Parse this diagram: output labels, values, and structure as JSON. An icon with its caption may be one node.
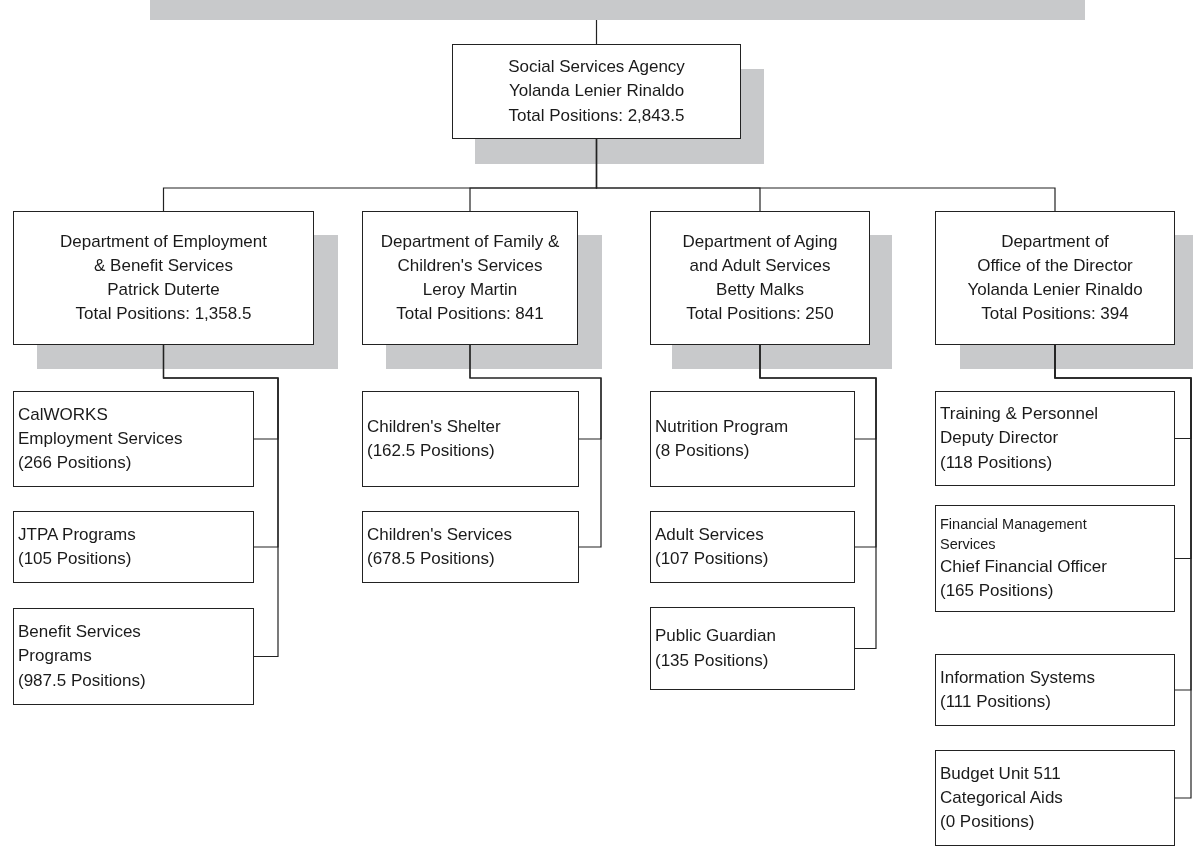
{
  "diagram": {
    "nodes": [
      {
        "text": [],
        "shape": "bar"
      },
      {
        "text": [
          "Social Services Agency",
          "Yolanda Lenier Rinaldo",
          "Total Positions: 2,843.5"
        ]
      },
      {
        "text": [
          "Department of Employment & Benefit Services",
          "Patrick Duterte",
          "Total Positions: 1,358.5"
        ]
      },
      {
        "text": [
          "Department of Family & Children's Services",
          "Leroy Martin",
          "Total Positions: 841"
        ]
      },
      {
        "text": [
          "Department of Aging and Adult Services",
          "Betty Malks",
          "Total Positions: 250"
        ]
      },
      {
        "text": [
          "Department of",
          "Office of the Director",
          "Yolanda Lenier Rinaldo",
          "Total Positions: 394"
        ]
      },
      {
        "text": [
          "CalWORKS Employment Services",
          "(266 Positions)"
        ]
      },
      {
        "text": [
          "JTPA Programs",
          "(105 Positions)"
        ]
      },
      {
        "text": [
          "Benefit Services Programs",
          "(987.5 Positions)"
        ]
      },
      {
        "text": [
          "Children's Shelter",
          "(162.5 Positions)"
        ]
      },
      {
        "text": [
          "Children's Services",
          "(678.5 Positions)"
        ]
      },
      {
        "text": [
          "Nutrition Program",
          "(8 Positions)"
        ]
      },
      {
        "text": [
          "Adult Services",
          "(107 Positions)"
        ]
      },
      {
        "text": [
          "Public Guardian",
          "(135 Positions)"
        ]
      },
      {
        "text": [
          "Training & Personnel",
          "Deputy Director",
          "(118 Positions)"
        ]
      },
      {
        "text": [
          "Financial Management Services",
          "Chief Financial Officer",
          "(165 Positions)"
        ]
      },
      {
        "text": [
          "Information Systems",
          "(111 Positions)"
        ]
      },
      {
        "text": [
          "Budget Unit 511 Categorical Aids",
          "(0 Positions)"
        ]
      }
    ],
    "edges": [
      {
        "from": 0,
        "to": 1,
        "arrow": "none"
      },
      {
        "from": 1,
        "to": 2,
        "arrow": "none"
      },
      {
        "from": 1,
        "to": 3,
        "arrow": "none"
      },
      {
        "from": 1,
        "to": 4,
        "arrow": "none"
      },
      {
        "from": 1,
        "to": 5,
        "arrow": "none"
      },
      {
        "from": 2,
        "to": 6,
        "arrow": "none"
      },
      {
        "from": 2,
        "to": 7,
        "arrow": "none"
      },
      {
        "from": 2,
        "to": 8,
        "arrow": "none"
      },
      {
        "from": 3,
        "to": 9,
        "arrow": "none"
      },
      {
        "from": 3,
        "to": 10,
        "arrow": "none"
      },
      {
        "from": 4,
        "to": 11,
        "arrow": "none"
      },
      {
        "from": 4,
        "to": 12,
        "arrow": "none"
      },
      {
        "from": 4,
        "to": 13,
        "arrow": "none"
      },
      {
        "from": 5,
        "to": 14,
        "arrow": "none"
      },
      {
        "from": 5,
        "to": 15,
        "arrow": "none"
      },
      {
        "from": 5,
        "to": 16,
        "arrow": "none"
      },
      {
        "from": 5,
        "to": 17,
        "arrow": "none"
      }
    ]
  }
}
